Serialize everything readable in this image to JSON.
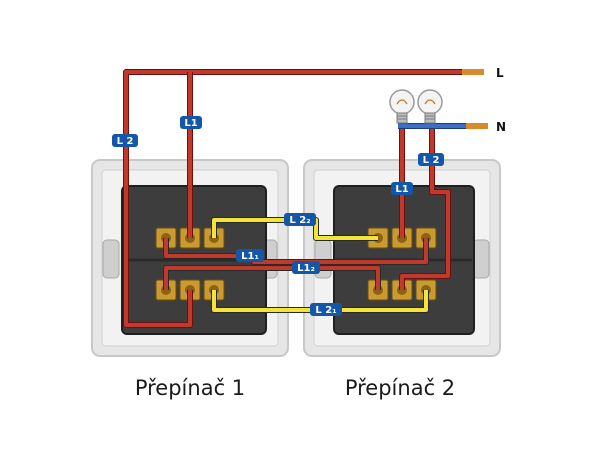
{
  "terminals": {
    "live": "L",
    "neutral": "N"
  },
  "wire_tags": {
    "l2_left": "L 2",
    "l1_left": "L1",
    "l1_right": "L1",
    "l2_right": "L 2",
    "l2_2": "L 2₂",
    "l1_1": "L1₁",
    "l1_2": "L1₂",
    "l2_1": "L 2₁"
  },
  "captions": {
    "switch1": "Přepínač 1",
    "switch2": "Přepínač 2"
  },
  "colors": {
    "live_wire": "#c0392b",
    "neutral_wire": "#3a6fc4",
    "traveler_wire": "#f2e53a",
    "tag_bg": "#1456a8",
    "frame": "#e4e4e4",
    "mechanism": "#3d3d3d",
    "brass": "#c99a2e"
  },
  "icons": [
    "light-bulb-icon",
    "light-bulb-icon"
  ]
}
